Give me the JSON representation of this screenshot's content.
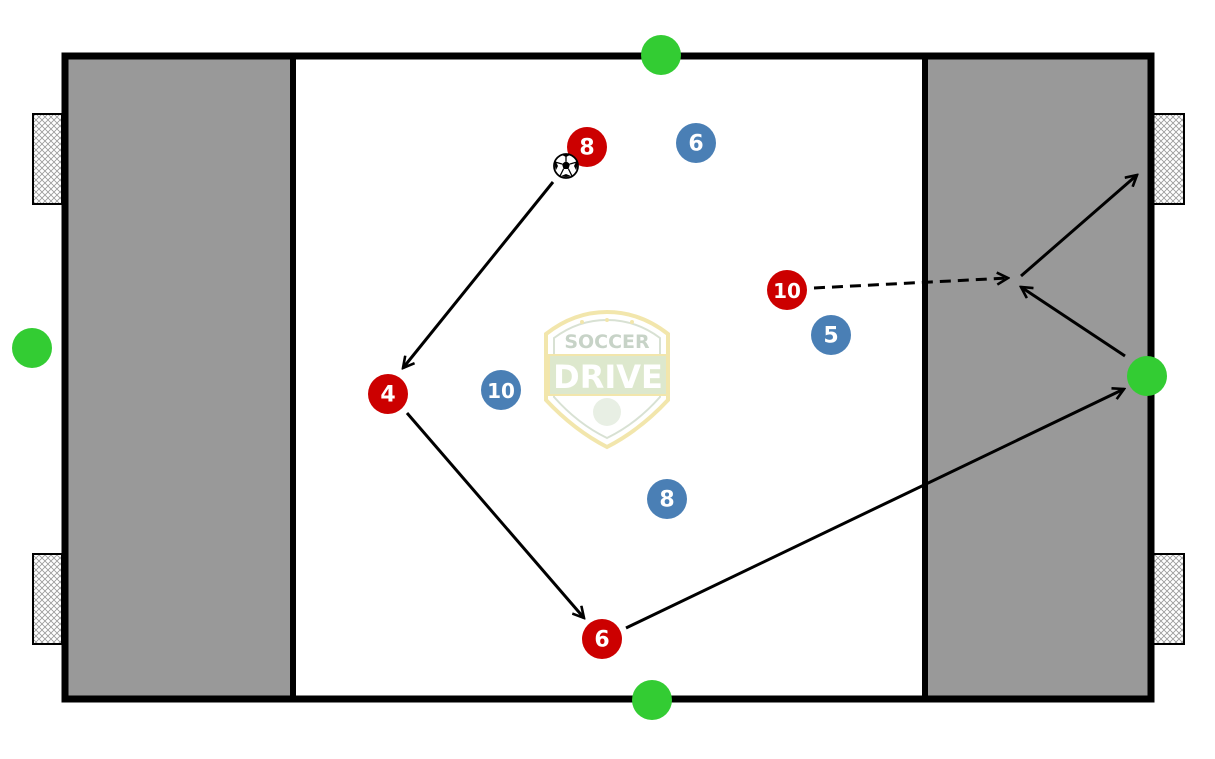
{
  "colors": {
    "end_zone": "#999999",
    "pitch": "#ffffff",
    "lines": "#000000",
    "attacker": "#cc0000",
    "defender": "#4a7fb5",
    "neutral": "#33cc33"
  },
  "logo": {
    "top_text": "SOCCER",
    "main_text": "DRIVE",
    "icon": "soccer-drive-logo"
  },
  "ball": {
    "icon": "soccer-ball-icon"
  },
  "players": {
    "red": [
      {
        "number": "8"
      },
      {
        "number": "10"
      },
      {
        "number": "4"
      },
      {
        "number": "6"
      }
    ],
    "blue": [
      {
        "number": "6"
      },
      {
        "number": "5"
      },
      {
        "number": "10"
      },
      {
        "number": "8"
      }
    ],
    "neutral_count": 4
  }
}
